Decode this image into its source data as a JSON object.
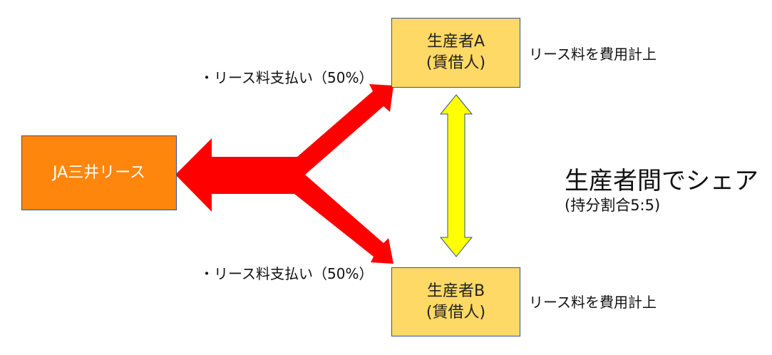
{
  "lessor": {
    "label": "JA三井リース",
    "color": "#FF860D"
  },
  "producer_a": {
    "name": "生産者A",
    "role": "(賃借人)",
    "note": "リース料を費用計上"
  },
  "producer_b": {
    "name": "生産者B",
    "role": "(賃借人)",
    "note": "リース料を費用計上"
  },
  "payment_a": "・リース料支払い（50%）",
  "payment_b": "・リース料支払い（50%）",
  "share": {
    "title": "生産者間でシェア",
    "subtitle": "(持分割合5:5)"
  },
  "colors": {
    "payment_arrow": "#FF0000",
    "share_arrow": "#FFFF00",
    "box_fill": "#FFD966",
    "border": "#2F5597"
  }
}
